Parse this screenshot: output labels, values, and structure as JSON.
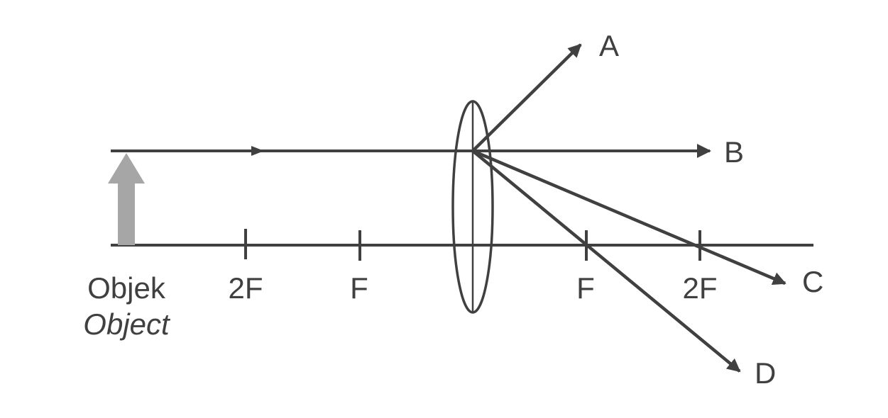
{
  "object_label": "Objek",
  "object_label_translation": "Object",
  "axis_marks": {
    "left_2f": "2F",
    "left_f": "F",
    "right_f": "F",
    "right_2f": "2F"
  },
  "rays": {
    "a": "A",
    "b": "B",
    "c": "C",
    "d": "D"
  },
  "colors": {
    "line": "#404040",
    "object_arrow": "#a6a6a6",
    "background": "#ffffff"
  }
}
